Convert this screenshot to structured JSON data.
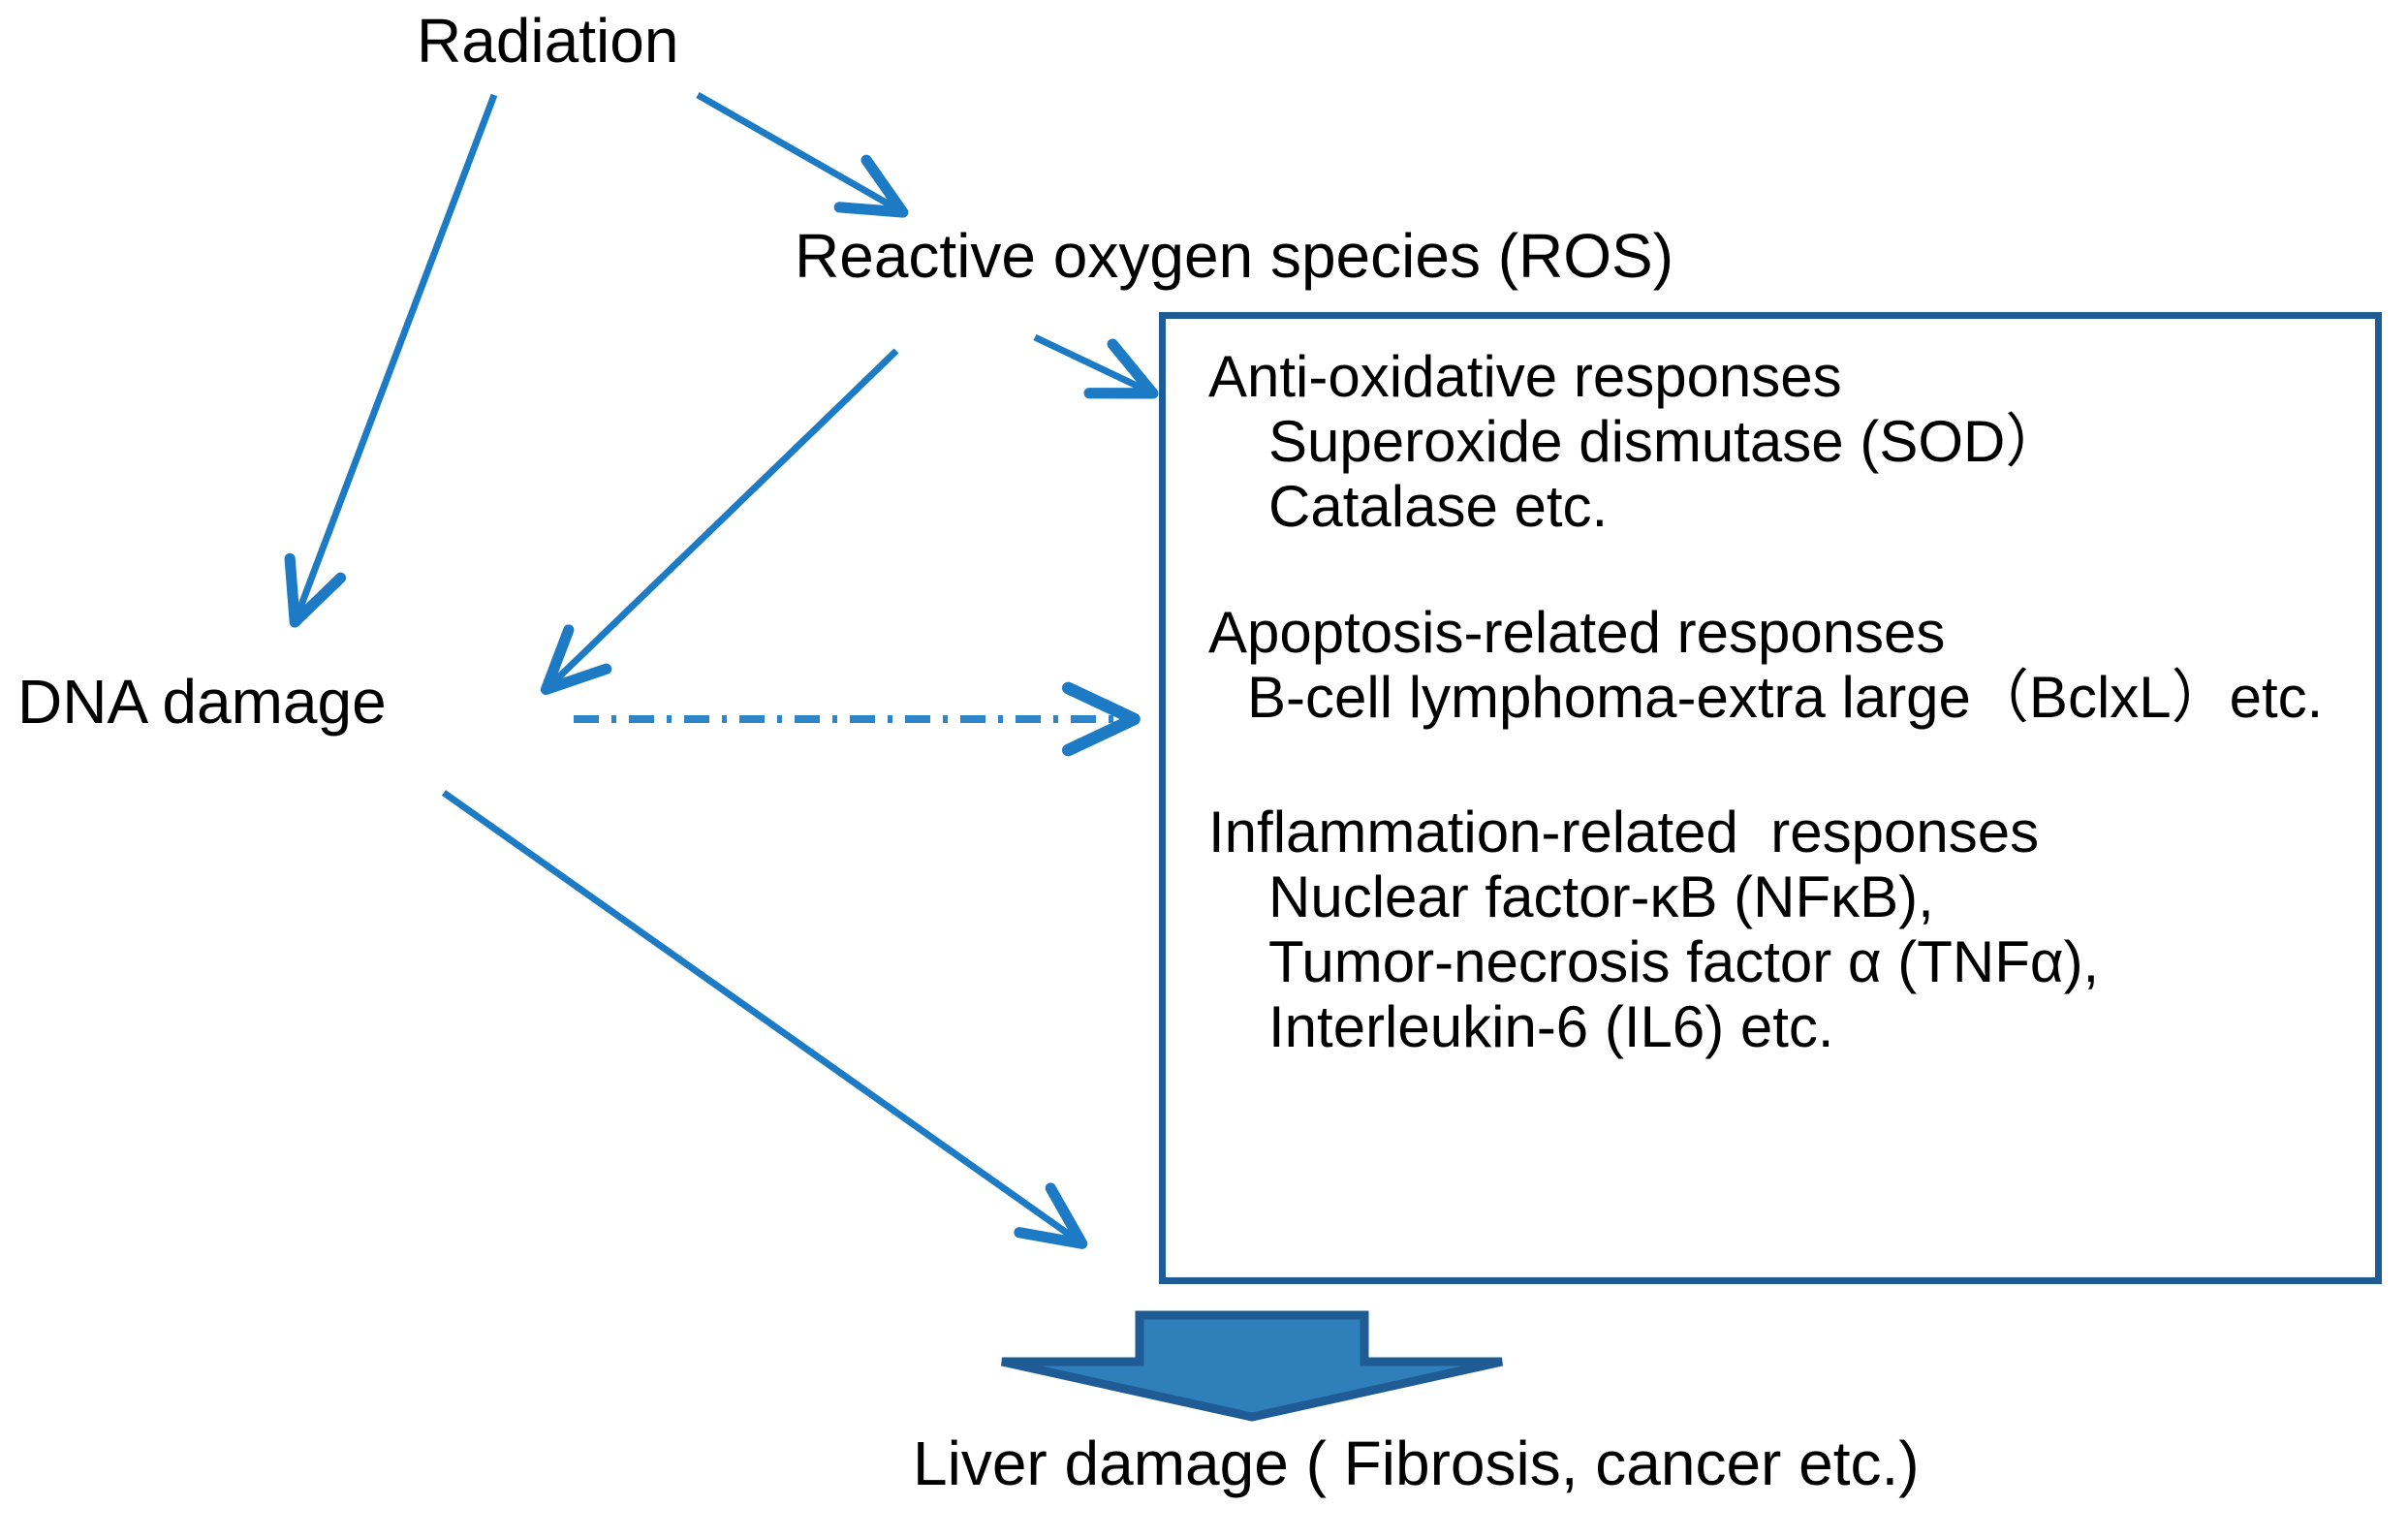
{
  "diagram": {
    "title_nodes": {
      "radiation": "Radiation",
      "ros": "Reactive oxygen species (ROS)",
      "dna_damage": "DNA damage",
      "outcome": "Liver damage ( Fibrosis, cancer etc.)"
    },
    "response_box": {
      "groups": [
        {
          "heading": "Anti-oxidative responses",
          "items": [
            "Superoxide dismutase (SOD）",
            "Catalase etc."
          ]
        },
        {
          "heading": "Apoptosis-related responses",
          "items": [
            "B-cell lymphoma-extra large（BclxL）etc."
          ]
        },
        {
          "heading": "Inflammation-related  responses",
          "items": [
            "Nuclear factor-κB (NFκB),",
            "Tumor-necrosis factor α (TNFα),",
            "Interleukin-6 (IL6) etc."
          ]
        }
      ]
    },
    "connectors": [
      {
        "name": "radiation-to-dna-damage",
        "style": "solid",
        "from": "Radiation",
        "to": "DNA damage"
      },
      {
        "name": "radiation-to-ros",
        "style": "solid",
        "from": "Radiation",
        "to": "Reactive oxygen species (ROS)"
      },
      {
        "name": "ros-to-response-box",
        "style": "solid",
        "from": "Reactive oxygen species (ROS)",
        "to": "Anti-oxidative responses"
      },
      {
        "name": "ros-to-dna-damage",
        "style": "solid",
        "from": "Reactive oxygen species (ROS)",
        "to": "DNA damage"
      },
      {
        "name": "dna-damage-to-response-box-dashdot",
        "style": "dash-dot",
        "from": "DNA damage",
        "to": "Apoptosis-related responses"
      },
      {
        "name": "dna-damage-to-response-box",
        "style": "solid",
        "from": "DNA damage",
        "to": "Inflammation-related  responses"
      },
      {
        "name": "response-box-to-liver-damage",
        "style": "block-arrow",
        "from": "responses",
        "to": "Liver damage ( Fibrosis, cancer etc.)"
      }
    ]
  },
  "colors": {
    "line_blue": "#1C7BC4",
    "box_border_blue": "#1F5C96",
    "block_arrow_fill": "#2E7FBA",
    "block_arrow_stroke": "#1F5C96",
    "text": "#000000",
    "background": "#FFFFFF"
  }
}
